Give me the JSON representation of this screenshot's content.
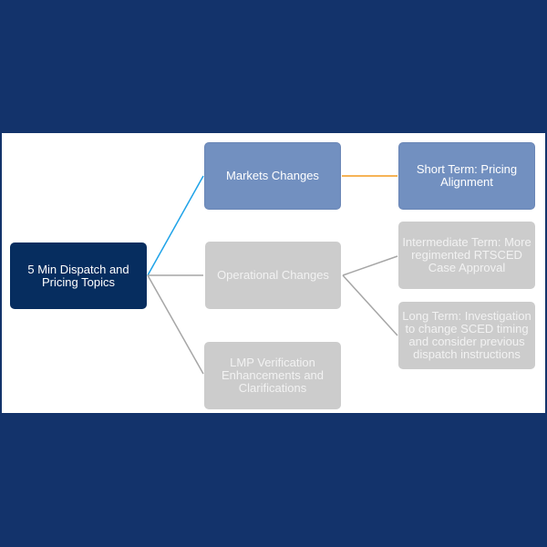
{
  "root": {
    "label": "5 Min Dispatch and Pricing Topics"
  },
  "branches": [
    {
      "label": "Markets Changes",
      "state": "active"
    },
    {
      "label": "Operational Changes",
      "state": "inactive"
    },
    {
      "label": "LMP Verification Enhancements and Clarifications",
      "state": "inactive"
    }
  ],
  "leaves": [
    {
      "label": "Short Term: Pricing Alignment",
      "parent": "Markets Changes",
      "state": "active"
    },
    {
      "label": "Intermediate Term: More regimented RTSCED Case Approval",
      "parent": "Operational Changes",
      "state": "inactive"
    },
    {
      "label": "Long Term: Investigation to change SCED timing and consider previous dispatch instructions",
      "parent": "Operational Changes",
      "state": "inactive"
    }
  ],
  "colors": {
    "background": "#13336b",
    "root": "#062d5f",
    "active": "#7290c0",
    "inactive": "#cccccc",
    "link_active": "#1fa3e8",
    "link_leaf_active": "#f39a1e",
    "link_inactive": "#a6a6a6"
  }
}
